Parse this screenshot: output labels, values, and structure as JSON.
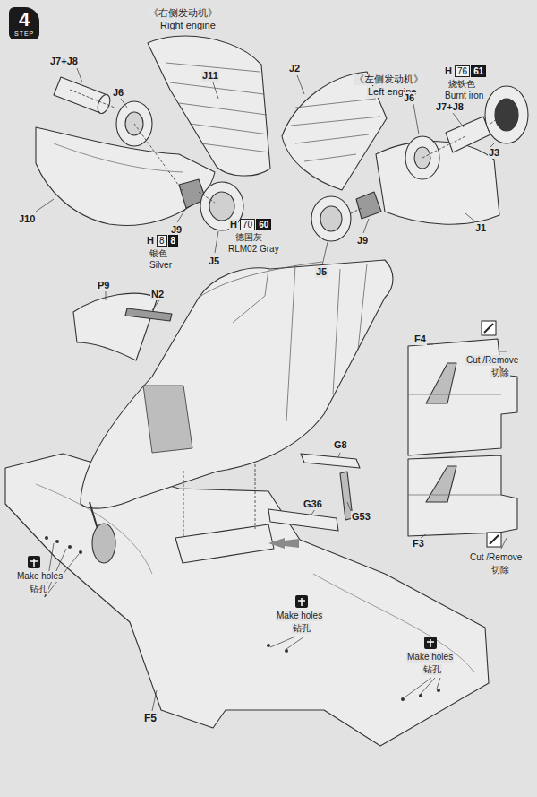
{
  "diagram": {
    "nodes": [
      {
        "text": [
          "4",
          "STEP"
        ]
      },
      {
        "text": [
          "76"
        ]
      },
      {
        "text": [
          "61"
        ]
      },
      {
        "text": [
          "70"
        ]
      },
      {
        "text": [
          "60"
        ]
      },
      {
        "text": [
          "8"
        ]
      },
      {
        "text": [
          "8"
        ]
      }
    ],
    "labels": [
      "《右侧发动机》",
      "Right engine",
      "《左侧发动机》",
      "Left engine",
      "J7+J8",
      "J6",
      "J11",
      "J10",
      "J9",
      "J5",
      "H",
      "银色",
      "Silver",
      "H",
      "德国灰",
      "RLM02 Gray",
      "J2",
      "J6",
      "J7+J8",
      "H",
      "烧铁色",
      "Burnt iron",
      "J3",
      "J1",
      "J9",
      "J5",
      "P9",
      "N2",
      "F4",
      "Cut /Remove",
      "切除",
      "F3",
      "Cut /Remove",
      "切除",
      "G8",
      "G36",
      "G53",
      "Make holes",
      "钻孔",
      "Make holes",
      "钻孔",
      "Make holes",
      "钻孔",
      "F5"
    ]
  }
}
